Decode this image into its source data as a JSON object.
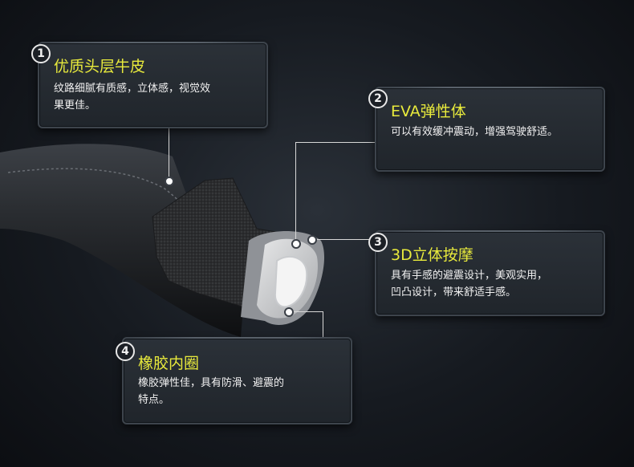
{
  "features": [
    {
      "number": "1",
      "title": "优质头层牛皮",
      "desc_line1": "纹路细腻有质感，立体感，视觉效",
      "desc_line2": "果更佳。"
    },
    {
      "number": "2",
      "title": "EVA弹性体",
      "desc_line1": "可以有效缓冲震动，增强驾驶舒适。",
      "desc_line2": ""
    },
    {
      "number": "3",
      "title": "3D立体按摩",
      "desc_line1": "具有手感的避震设计，美观实用，",
      "desc_line2": "凹凸设计，带来舒适手感。"
    },
    {
      "number": "4",
      "title": "橡胶内圈",
      "desc_line1": "橡胶弹性佳，具有防滑、避震的",
      "desc_line2": "特点。"
    }
  ],
  "colors": {
    "title": "#e8ea3c",
    "text": "#f2f2f2",
    "card": "#252a30",
    "background": "#14181d"
  }
}
